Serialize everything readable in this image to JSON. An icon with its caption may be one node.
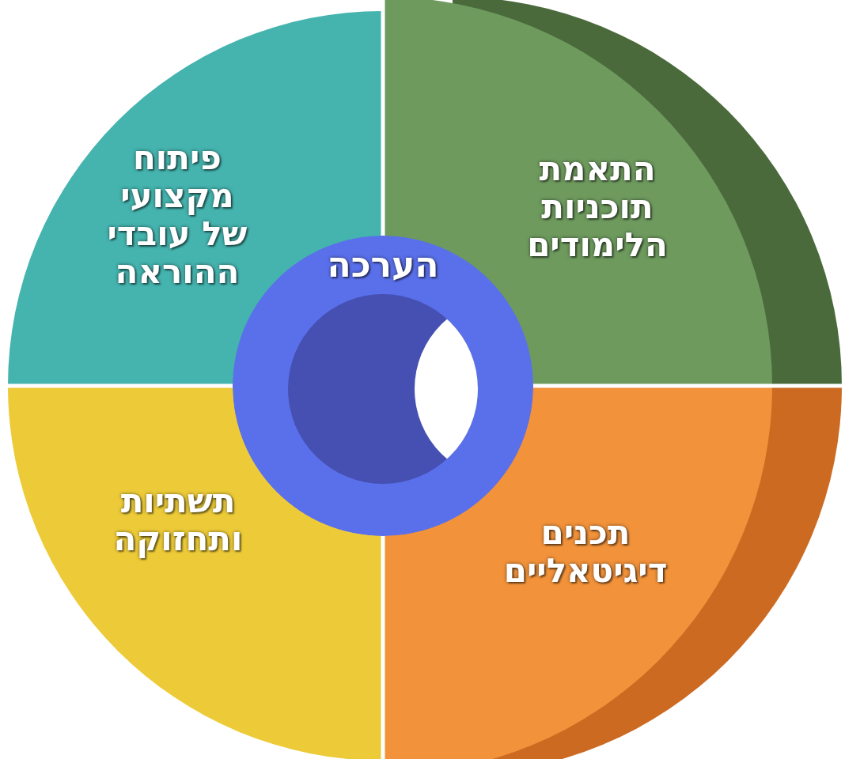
{
  "diagram": {
    "nodes": [
      {
        "text": [
          "התאמת תוכניות הלימודים"
        ]
      },
      {
        "text": [
          "פיתוח מקצועי של עובדי ההוראה"
        ]
      },
      {
        "text": [
          "תכנים דיגיטאליים"
        ]
      },
      {
        "text": [
          "תשתיות ותחזוקה"
        ]
      },
      {
        "text": [
          "הערכה"
        ]
      }
    ]
  }
}
